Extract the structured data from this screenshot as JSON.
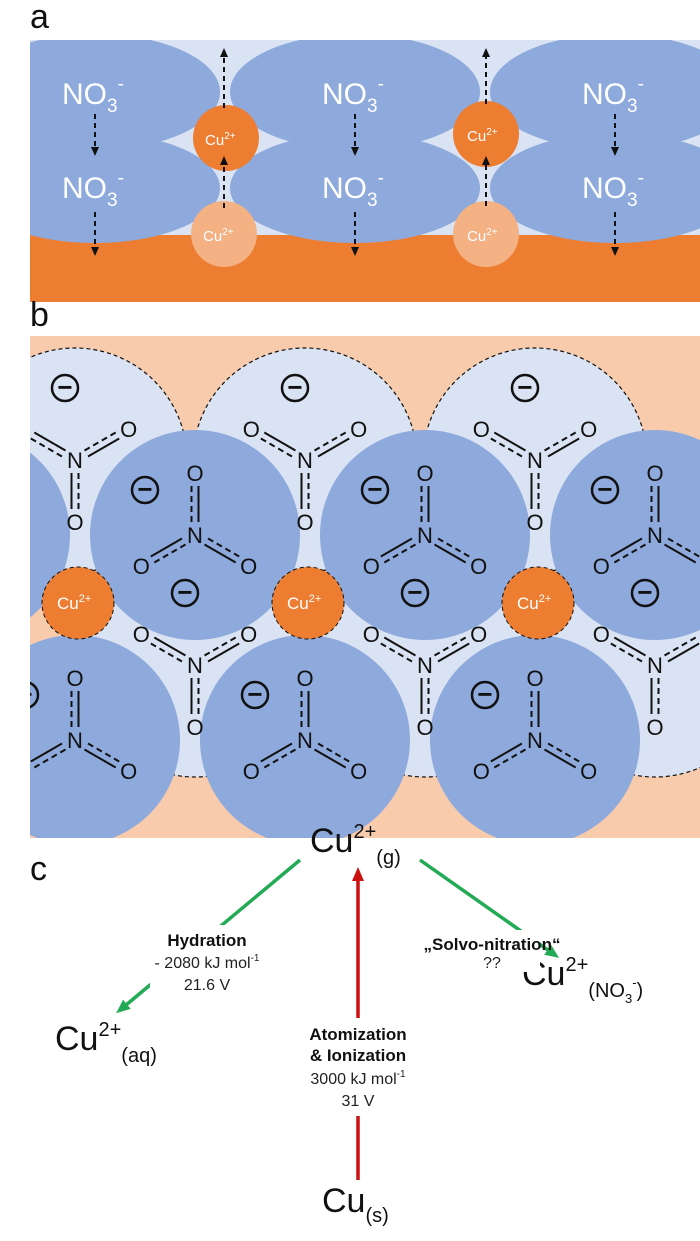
{
  "panels": {
    "a": "a",
    "b": "b",
    "c": "c"
  },
  "panel_a": {
    "anion_base": "NO",
    "anion_sub": "3",
    "anion_sup": "-",
    "cation_base": "Cu",
    "cation_sup": "2+"
  },
  "panel_b": {
    "cation_base": "Cu",
    "cation_sup": "2+",
    "atom_n": "N",
    "atom_o": "O",
    "charge_symbol": "−"
  },
  "panel_c": {
    "gas": {
      "base": "Cu",
      "sup": "2+",
      "sub": "(g)"
    },
    "aqueous": {
      "base": "Cu",
      "sup": "2+",
      "sub": "(aq)"
    },
    "nitrate": {
      "base": "Cu",
      "sup": "2+",
      "sub_open": "(NO",
      "sub_sub": "3",
      "sub_sup": "-",
      "sub_close": ")"
    },
    "solid": {
      "base": "Cu",
      "sub": "(s)"
    },
    "hydration": {
      "title": "Hydration",
      "energy_value": "- 2080 kJ mol",
      "energy_exp": "-1",
      "voltage": "21.6 V"
    },
    "atomization": {
      "title_line1": "Atomization",
      "title_line2": "& Ionization",
      "energy_value": "3000 kJ mol",
      "energy_exp": "-1",
      "voltage": "31 V"
    },
    "solvo": {
      "title": "„Solvo-nitration“",
      "value": "??"
    }
  },
  "colors": {
    "anion_blue": "#8ea9db",
    "interstitial_blue": "#dae3f3",
    "copper_orange": "#ed7d31",
    "copper_light": "#f4b183",
    "substrate_peach": "#f8cbad",
    "arrow_green": "#22aa55",
    "arrow_red": "#cc1111"
  }
}
